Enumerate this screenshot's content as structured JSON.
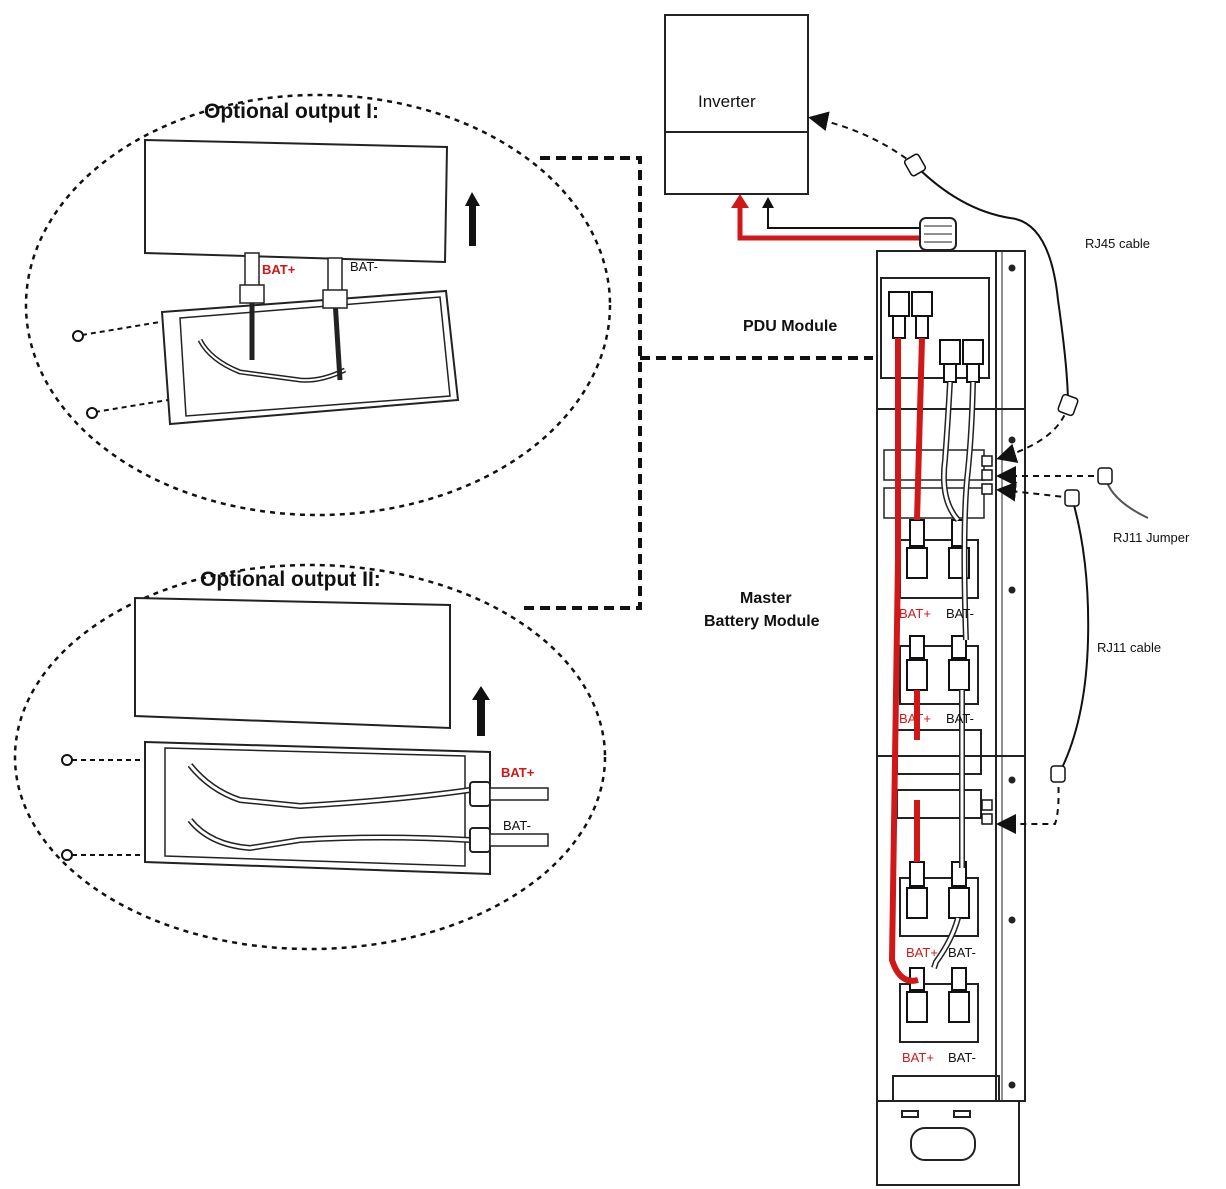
{
  "inverter": {
    "label": "Inverter"
  },
  "optional_output_1": {
    "title": "Optional output I:",
    "bat_pos": "BAT+",
    "bat_neg": "BAT-"
  },
  "optional_output_2": {
    "title": "Optional output II:",
    "bat_pos": "BAT+",
    "bat_neg": "BAT-"
  },
  "pdu_module": {
    "label": "PDU Module"
  },
  "master_battery_module": {
    "line1": "Master",
    "line2": "Battery Module"
  },
  "cables": {
    "rj45": "RJ45 cable",
    "rj11_jumper": "RJ11 Jumper",
    "rj11": "RJ11 cable"
  },
  "battery_terminals": [
    {
      "pos": "BAT+",
      "neg": "BAT-"
    },
    {
      "pos": "BAT+",
      "neg": "BAT-"
    },
    {
      "pos": "BAT+",
      "neg": "BAT-"
    },
    {
      "pos": "BAT+",
      "neg": "BAT-"
    }
  ],
  "colors": {
    "positive_cable": "#d01818",
    "negative_cable": "#111111",
    "line": "#222222"
  }
}
